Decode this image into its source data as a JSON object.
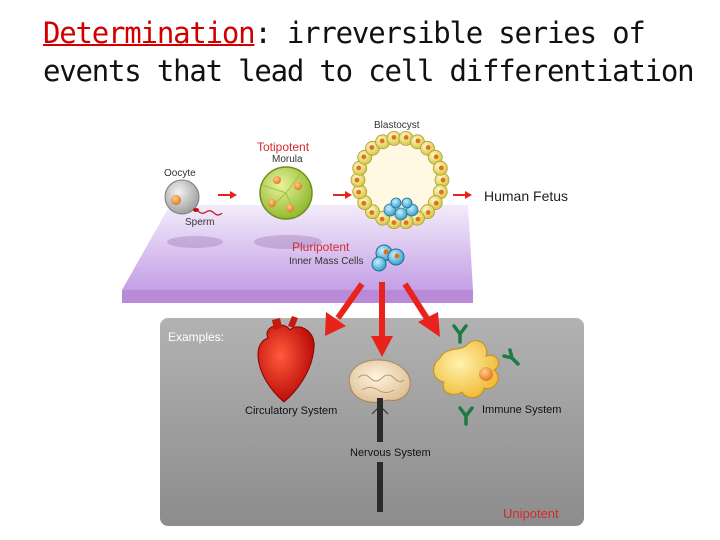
{
  "title": {
    "term": "Determination",
    "rest_line1": ": irreversible series of",
    "line2": "events that lead to cell differentiation"
  },
  "diagram": {
    "labels": {
      "oocyte": "Oocyte",
      "sperm": "Sperm",
      "totipotent": "Totipotent",
      "morula": "Morula",
      "blastocyst": "Blastocyst",
      "human_fetus": "Human Fetus",
      "pluripotent": "Pluripotent",
      "inner_mass_cells": "Inner Mass Cells",
      "examples": "Examples:",
      "circulatory_system": "Circulatory System",
      "nervous_system": "Nervous System",
      "immune_system": "Immune System",
      "unipotent": "Unipotent"
    },
    "colors": {
      "accent_red": "#d22b2b",
      "arrow_red": "#e8231c",
      "purple_plane": "#c9a8e6",
      "gray_panel": "#9c9c9c"
    }
  }
}
